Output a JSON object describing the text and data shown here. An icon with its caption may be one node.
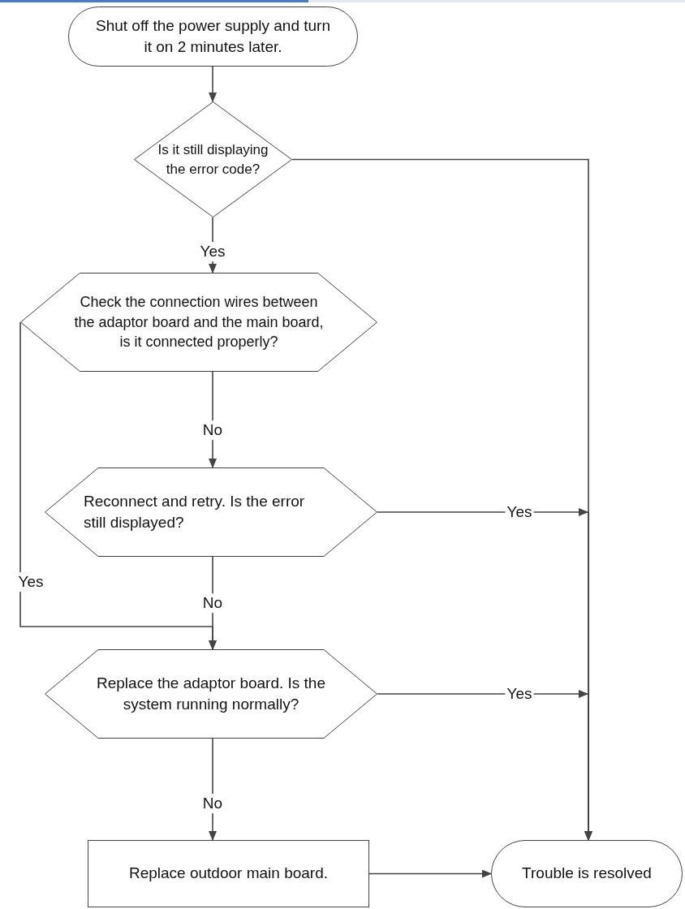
{
  "diagram": {
    "nodes": [
      {
        "text": [
          "Shut off the power supply and turn it on 2 minutes later."
        ]
      },
      {
        "text": [
          "Is it still displaying the error code?"
        ]
      },
      {
        "text": [
          "Check the connection wires between the adaptor board and the main board, is it connected properly?"
        ]
      },
      {
        "text": [
          "Reconnect and retry. Is the error still displayed?"
        ]
      },
      {
        "text": [
          "Replace the adaptor board. Is the system running normally?"
        ]
      },
      {
        "text": [
          "Replace outdoor main board."
        ]
      },
      {
        "text": [
          "Trouble is resolved"
        ]
      }
    ],
    "edges": [
      {
        "from": 0,
        "to": 1,
        "arrow": "to"
      },
      {
        "from": 1,
        "to": 6,
        "arrow": "to"
      },
      {
        "from": 1,
        "to": 2,
        "arrow": "to",
        "label": "Yes"
      },
      {
        "from": 2,
        "to": 3,
        "arrow": "to",
        "label": "No"
      },
      {
        "from": 2,
        "to": 4,
        "arrow": "to",
        "label": "Yes"
      },
      {
        "from": 3,
        "to": 6,
        "arrow": "to",
        "label": "Yes"
      },
      {
        "from": 3,
        "to": 4,
        "arrow": "to",
        "label": "No"
      },
      {
        "from": 4,
        "to": 6,
        "arrow": "to",
        "label": "Yes"
      },
      {
        "from": 4,
        "to": 5,
        "arrow": "to",
        "label": "No"
      },
      {
        "from": 5,
        "to": 6,
        "arrow": "to"
      }
    ]
  }
}
